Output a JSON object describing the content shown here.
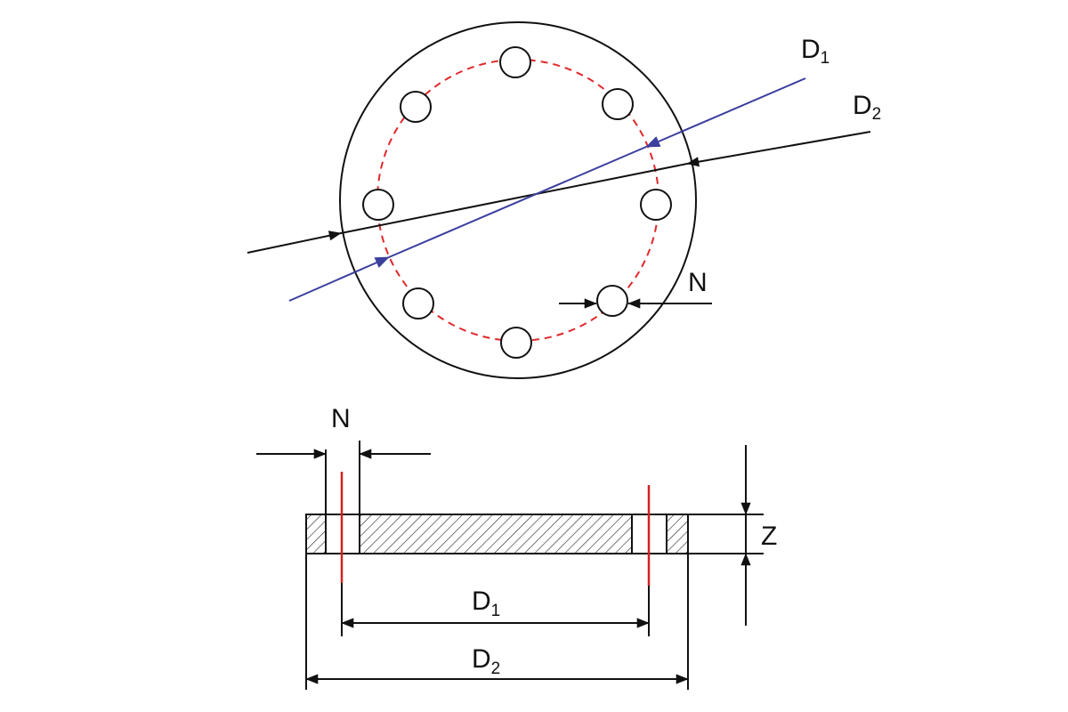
{
  "labels": {
    "top_d1": {
      "main": "D",
      "sub": "1"
    },
    "top_d2": {
      "main": "D",
      "sub": "2"
    },
    "top_n": "N",
    "side_n": "N",
    "side_z": "Z",
    "side_d1": {
      "main": "D",
      "sub": "1"
    },
    "side_d2": {
      "main": "D",
      "sub": "2"
    }
  },
  "colors": {
    "outline": "#111111",
    "bolt_circle": "#e0282b",
    "d1_leader": "#3b3f9e",
    "centerline": "#d42020",
    "hatch": "#222222"
  },
  "bolt_holes": 8
}
